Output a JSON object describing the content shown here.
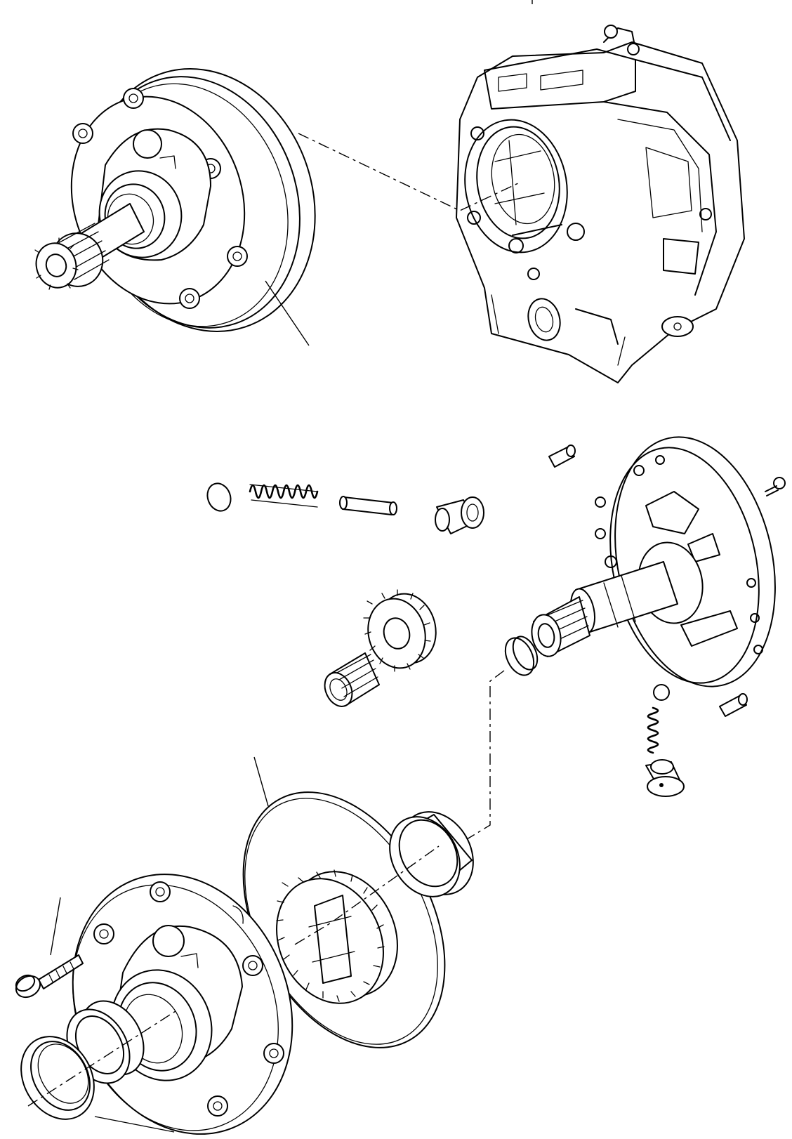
{
  "diagram": {
    "type": "exploded-parts-view",
    "parts": [
      "pump-assembly",
      "transmission-housing",
      "pump-body-plate",
      "valve-cap-disc",
      "valve-spring",
      "valve-pin",
      "valve-plug",
      "dowel-pin",
      "small-screw",
      "driven-gear",
      "needle-bearing",
      "shaft-seal-ring",
      "check-ball",
      "check-spring",
      "check-plug",
      "o-ring",
      "drive-gear",
      "bushing-ring",
      "pump-cover",
      "cover-bolt",
      "cover-seal",
      "cover-bushing"
    ]
  }
}
